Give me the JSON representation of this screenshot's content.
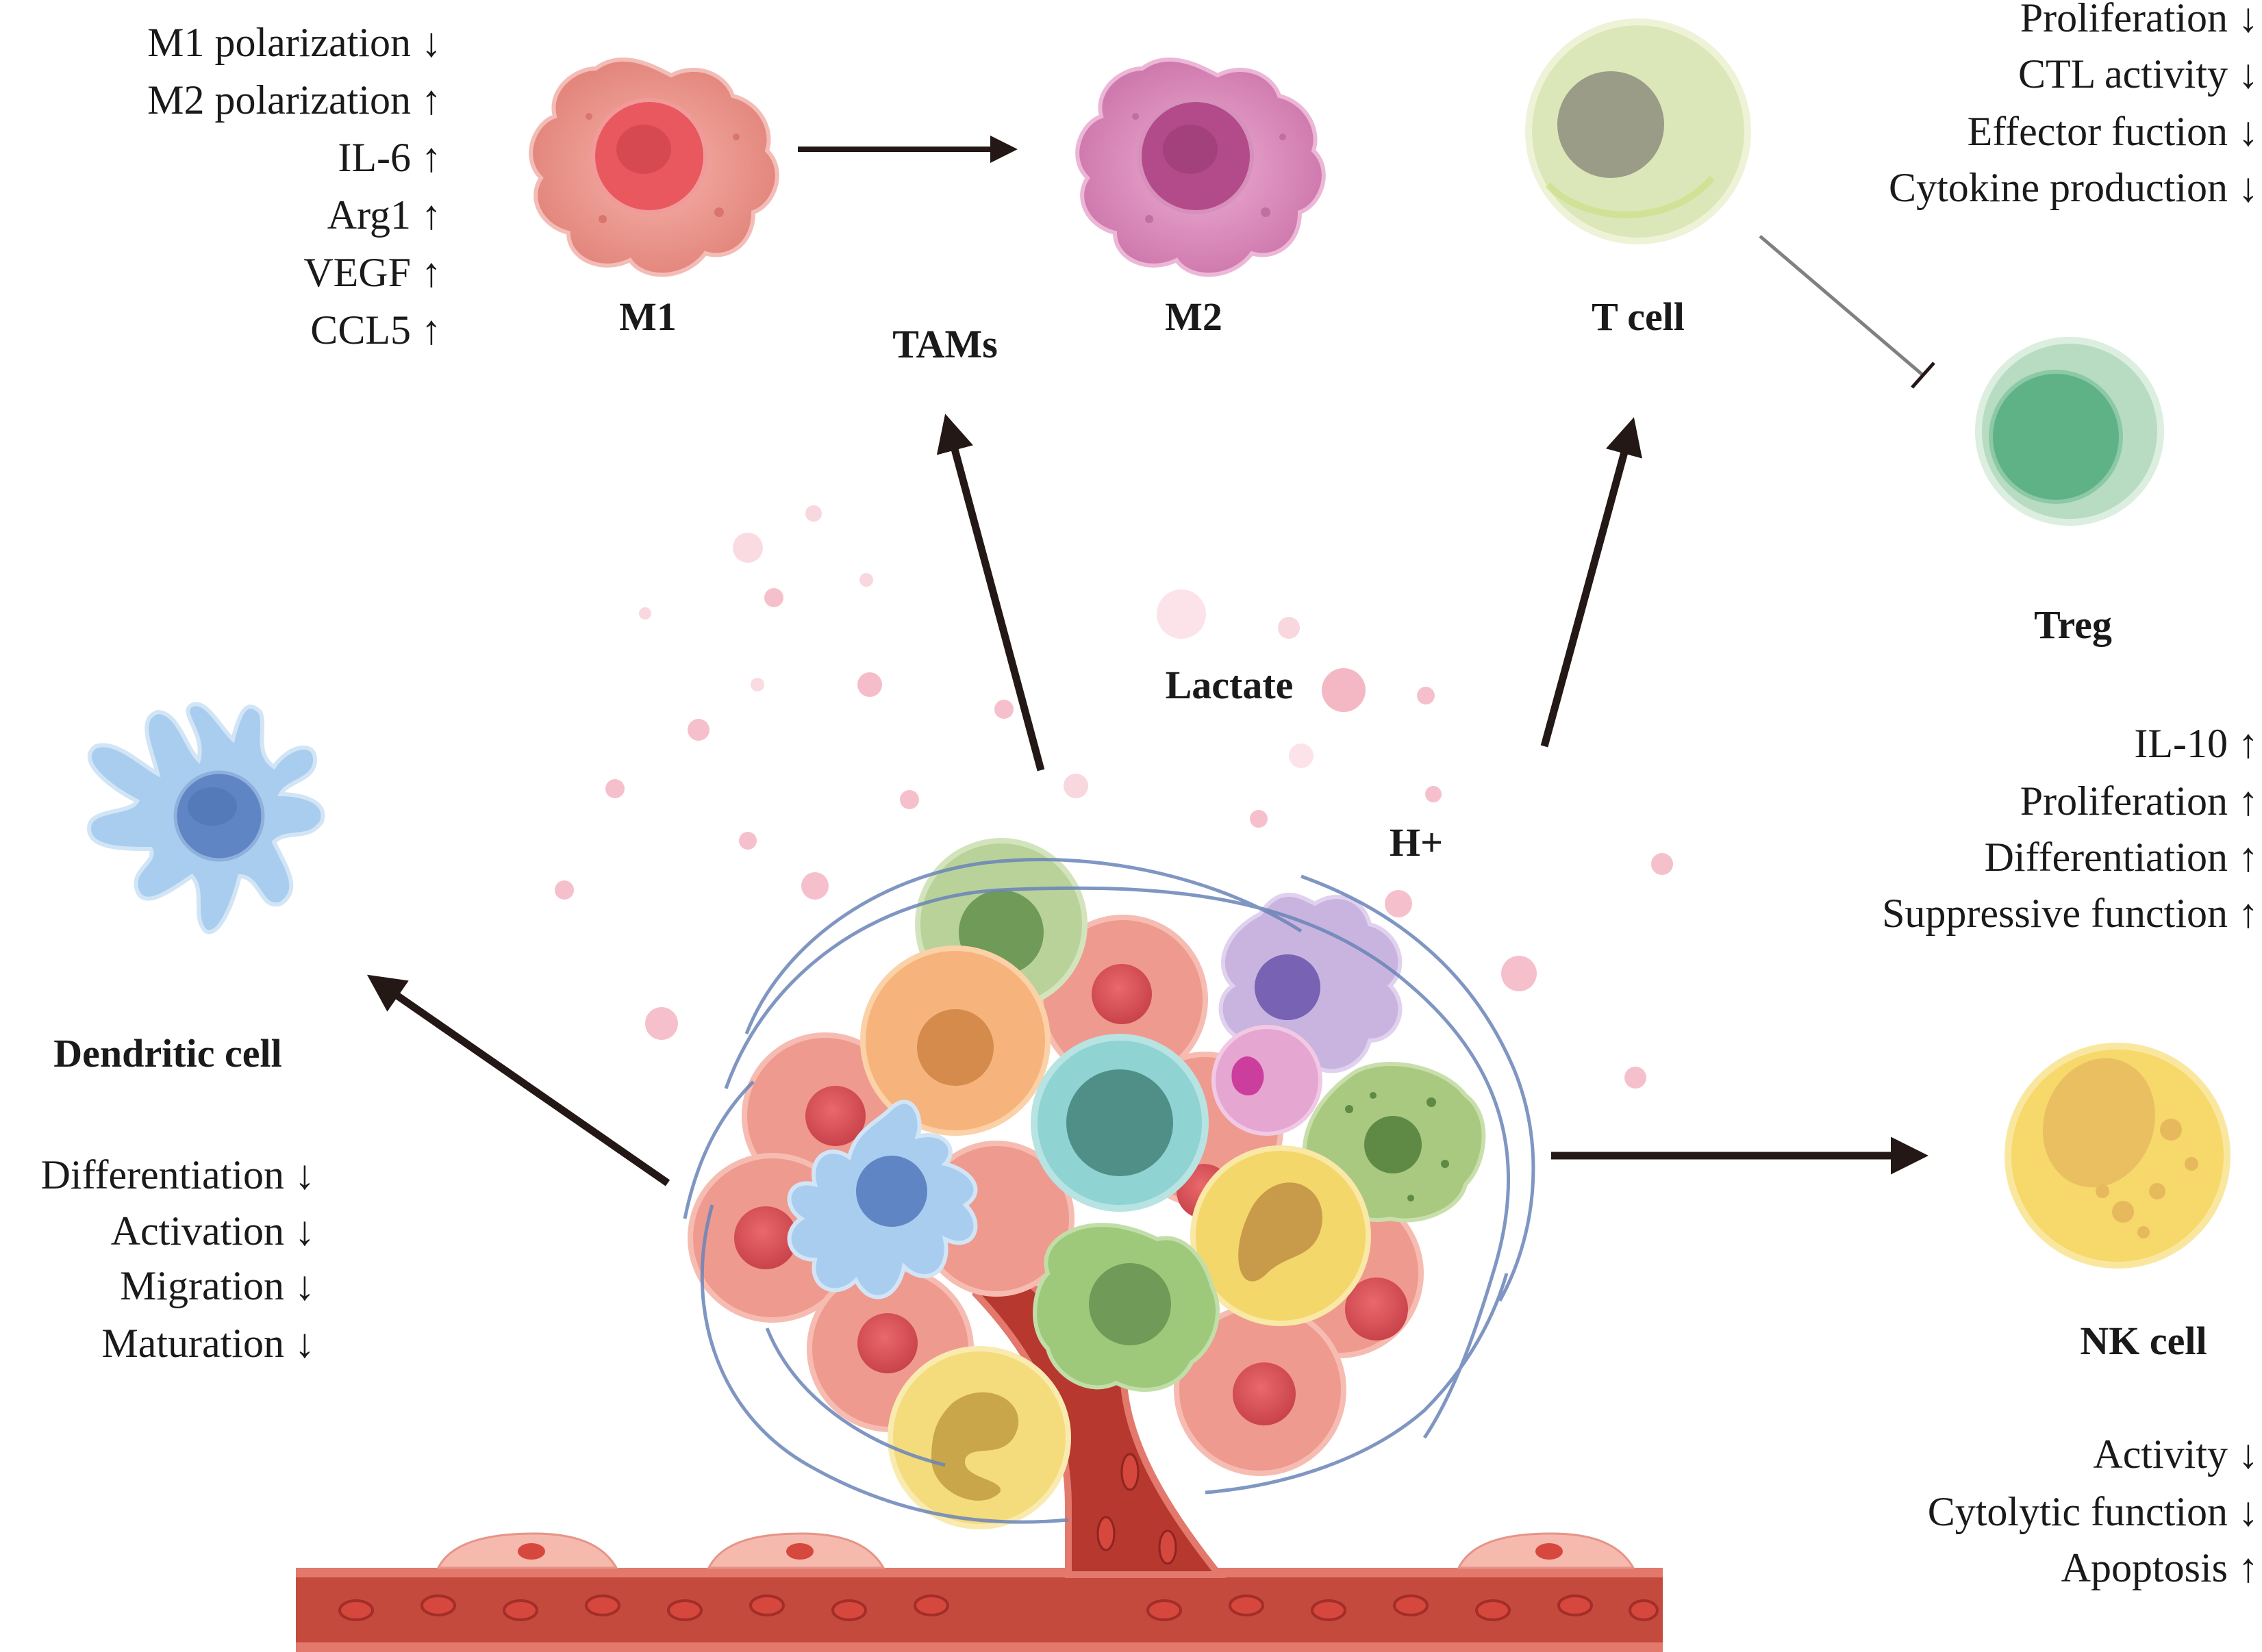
{
  "labels": {
    "m1": "M1",
    "m2": "M2",
    "tams": "TAMs",
    "t_cell": "T cell",
    "treg": "Treg",
    "lactate": "Lactate",
    "h_plus": "H+",
    "dendritic": "Dendritic cell",
    "nk": "NK cell"
  },
  "effects": {
    "tam": [
      "M1 polarization ↓",
      "M2 polarization ↑",
      "IL-6 ↑",
      "Arg1 ↑",
      "VEGF ↑",
      "CCL5 ↑"
    ],
    "t_cell": [
      "Proliferation ↓",
      "CTL activity ↓",
      "Effector fuction ↓",
      "Cytokine production ↓"
    ],
    "treg": [
      "IL-10 ↑",
      "Proliferation ↑",
      "Differentiation ↑",
      "Suppressive function ↑"
    ],
    "dendritic": [
      "Differentiation ↓",
      "Activation ↓",
      "Migration ↓",
      "Maturation ↓"
    ],
    "nk": [
      "Activity ↓",
      "Cytolytic function ↓",
      "Apoptosis ↑"
    ]
  },
  "colors": {
    "arrow": "#231815",
    "m1": "#e98d84",
    "m2": "#d484b4",
    "t_cell": "#dce7b9",
    "treg": "#a9d4b3",
    "nk": "#f7d86a",
    "dendritic": "#9ec7ea",
    "vessel": "#b6382f",
    "tumor": "#ef9a8f",
    "lactate_dots": "#f5b6c3"
  }
}
